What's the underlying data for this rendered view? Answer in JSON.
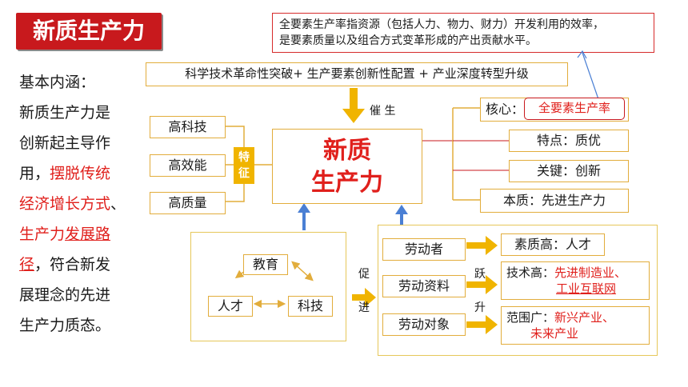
{
  "title": "新质生产力",
  "definition": {
    "line1": "全要素生产率指资源（包括人力、物力、财力）开发利用的效率，",
    "line2": "是要素质量以及组合方式变革形成的产出贡献水平。"
  },
  "left_text": {
    "l1": "基本内涵：",
    "l2": "新质生产力是",
    "l3": "创新起主导作",
    "l4a": "用，",
    "l4b": "摆脱传统",
    "l5a": "经济增长方式",
    "l5b": "、",
    "l6a": "生产力",
    "l6b": "发展路",
    "l7a": "径",
    "l7b": "，符合新发",
    "l8": "展理念的先进",
    "l9": "生产力质态。"
  },
  "formula": "科学技术革命性突破+ 生产要素创新性配置 + 产业深度转型升级",
  "cuisheng": "催 生",
  "center": {
    "line1": "新质",
    "line2": "生产力"
  },
  "features": {
    "tag": "特征",
    "items": [
      "高科技",
      "高效能",
      "高质量"
    ]
  },
  "right_boxes": {
    "core_label": "核心：",
    "core_value": "全要素生产率",
    "traits": "特点：质优",
    "key": "关键：创新",
    "essence": "本质：先进生产力"
  },
  "cycle": {
    "education": "教育",
    "talent": "人才",
    "tech": "科技"
  },
  "cujin": {
    "a": "促",
    "b": "进"
  },
  "labor": [
    "劳动者",
    "劳动资料",
    "劳动对象"
  ],
  "yuesheng": {
    "a": "跃",
    "b": "升"
  },
  "results": {
    "r1": "素质高：人才",
    "r2_label": "技术高：",
    "r2_value_a": "先进制造业、",
    "r2_value_b": "工业互联网",
    "r3_label": "范围广：",
    "r3_value_a": "新兴产业、",
    "r3_value_b": "未来产业"
  },
  "colors": {
    "red": "#c8191d",
    "gold": "#f0b400",
    "blue": "#4a7fd4",
    "border": "#e2ad3c"
  }
}
